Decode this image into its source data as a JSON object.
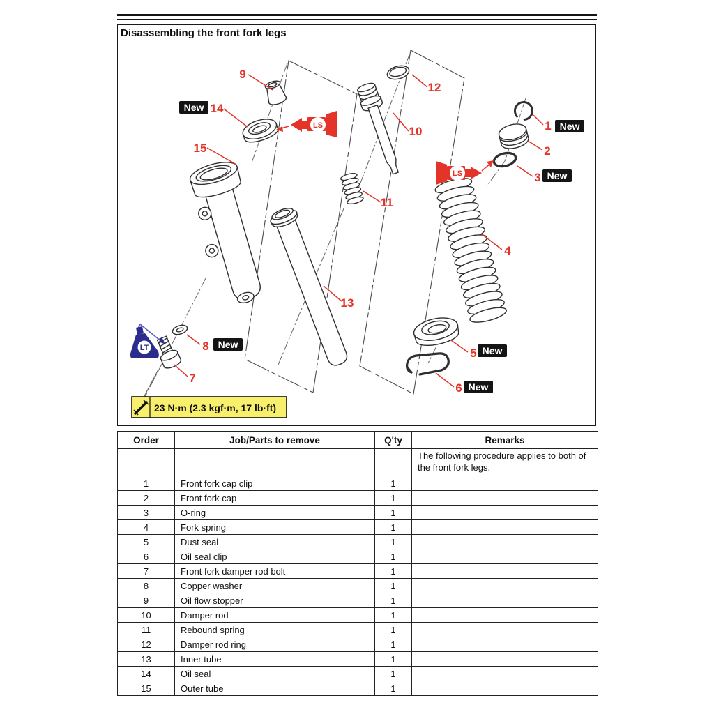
{
  "page": {
    "title": "Disassembling the front fork legs"
  },
  "diagram": {
    "new_label": "New",
    "ls_label": "LS",
    "lt_label": "LT",
    "torque_note": "23 N·m (2.3 kgf·m, 17 lb·ft)",
    "callouts": [
      "1",
      "2",
      "3",
      "4",
      "5",
      "6",
      "7",
      "8",
      "9",
      "10",
      "11",
      "12",
      "13",
      "14",
      "15"
    ]
  },
  "table": {
    "headers": [
      "Order",
      "Job/Parts to remove",
      "Q'ty",
      "Remarks"
    ],
    "note": "The following procedure applies to both of the front fork legs.",
    "rows": [
      {
        "order": "1",
        "job": "Front fork cap clip",
        "qty": "1",
        "remarks": ""
      },
      {
        "order": "2",
        "job": "Front fork cap",
        "qty": "1",
        "remarks": ""
      },
      {
        "order": "3",
        "job": "O-ring",
        "qty": "1",
        "remarks": ""
      },
      {
        "order": "4",
        "job": "Fork spring",
        "qty": "1",
        "remarks": ""
      },
      {
        "order": "5",
        "job": "Dust seal",
        "qty": "1",
        "remarks": ""
      },
      {
        "order": "6",
        "job": "Oil seal clip",
        "qty": "1",
        "remarks": ""
      },
      {
        "order": "7",
        "job": "Front fork damper rod bolt",
        "qty": "1",
        "remarks": ""
      },
      {
        "order": "8",
        "job": "Copper washer",
        "qty": "1",
        "remarks": ""
      },
      {
        "order": "9",
        "job": "Oil flow stopper",
        "qty": "1",
        "remarks": ""
      },
      {
        "order": "10",
        "job": "Damper rod",
        "qty": "1",
        "remarks": ""
      },
      {
        "order": "11",
        "job": "Rebound spring",
        "qty": "1",
        "remarks": ""
      },
      {
        "order": "12",
        "job": "Damper rod ring",
        "qty": "1",
        "remarks": ""
      },
      {
        "order": "13",
        "job": "Inner tube",
        "qty": "1",
        "remarks": ""
      },
      {
        "order": "14",
        "job": "Oil seal",
        "qty": "1",
        "remarks": ""
      },
      {
        "order": "15",
        "job": "Outer tube",
        "qty": "1",
        "remarks": ""
      }
    ]
  }
}
